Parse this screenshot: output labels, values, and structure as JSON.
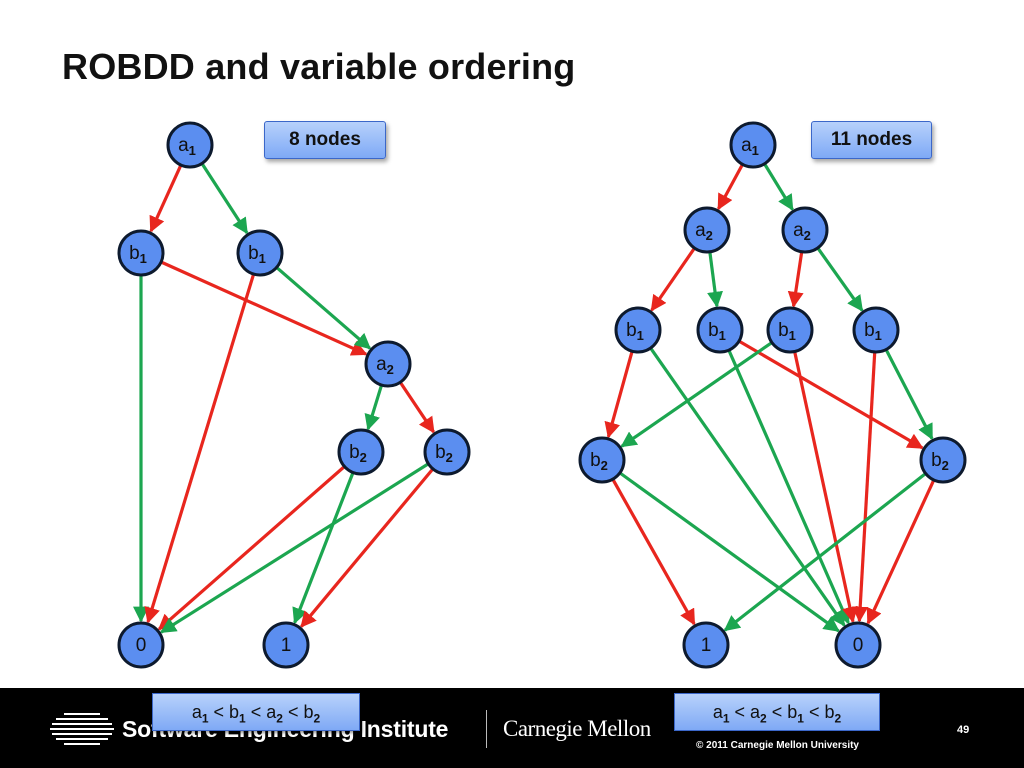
{
  "title": "ROBDD and variable ordering",
  "left_diagram": {
    "node_count_label": "8 nodes",
    "ordering": {
      "parts": [
        {
          "v": "a",
          "i": "1"
        },
        {
          "v": "b",
          "i": "1"
        },
        {
          "v": "a",
          "i": "2"
        },
        {
          "v": "b",
          "i": "2"
        }
      ],
      "separator": "<"
    },
    "nodes": [
      {
        "id": "a1",
        "var": "a",
        "idx": "1"
      },
      {
        "id": "b1L",
        "var": "b",
        "idx": "1"
      },
      {
        "id": "b1R",
        "var": "b",
        "idx": "1"
      },
      {
        "id": "a2",
        "var": "a",
        "idx": "2"
      },
      {
        "id": "b2L",
        "var": "b",
        "idx": "2"
      },
      {
        "id": "b2R",
        "var": "b",
        "idx": "2"
      },
      {
        "id": "t0",
        "var": "0",
        "idx": ""
      },
      {
        "id": "t1",
        "var": "1",
        "idx": ""
      }
    ],
    "edges": [
      {
        "from": "a1",
        "to": "b1L",
        "kind": "low"
      },
      {
        "from": "a1",
        "to": "b1R",
        "kind": "high"
      },
      {
        "from": "b1L",
        "to": "t0",
        "kind": "high"
      },
      {
        "from": "b1L",
        "to": "a2",
        "kind": "low"
      },
      {
        "from": "b1R",
        "to": "t0",
        "kind": "low"
      },
      {
        "from": "b1R",
        "to": "a2",
        "kind": "high"
      },
      {
        "from": "a2",
        "to": "b2L",
        "kind": "high"
      },
      {
        "from": "a2",
        "to": "b2R",
        "kind": "low"
      },
      {
        "from": "b2L",
        "to": "t0",
        "kind": "low"
      },
      {
        "from": "b2L",
        "to": "t1",
        "kind": "high"
      },
      {
        "from": "b2R",
        "to": "t0",
        "kind": "high"
      },
      {
        "from": "b2R",
        "to": "t1",
        "kind": "low"
      }
    ]
  },
  "right_diagram": {
    "node_count_label": "11 nodes",
    "ordering": {
      "parts": [
        {
          "v": "a",
          "i": "1"
        },
        {
          "v": "a",
          "i": "2"
        },
        {
          "v": "b",
          "i": "1"
        },
        {
          "v": "b",
          "i": "2"
        }
      ],
      "separator": "<"
    },
    "nodes": [
      {
        "id": "a1",
        "var": "a",
        "idx": "1"
      },
      {
        "id": "a2L",
        "var": "a",
        "idx": "2"
      },
      {
        "id": "a2R",
        "var": "a",
        "idx": "2"
      },
      {
        "id": "b1A",
        "var": "b",
        "idx": "1"
      },
      {
        "id": "b1B",
        "var": "b",
        "idx": "1"
      },
      {
        "id": "b1C",
        "var": "b",
        "idx": "1"
      },
      {
        "id": "b1D",
        "var": "b",
        "idx": "1"
      },
      {
        "id": "b2L",
        "var": "b",
        "idx": "2"
      },
      {
        "id": "b2R",
        "var": "b",
        "idx": "2"
      },
      {
        "id": "t1",
        "var": "1",
        "idx": ""
      },
      {
        "id": "t0",
        "var": "0",
        "idx": ""
      }
    ],
    "edges": [
      {
        "from": "a1",
        "to": "a2L",
        "kind": "low"
      },
      {
        "from": "a1",
        "to": "a2R",
        "kind": "high"
      },
      {
        "from": "a2L",
        "to": "b1A",
        "kind": "low"
      },
      {
        "from": "a2L",
        "to": "b1B",
        "kind": "high"
      },
      {
        "from": "a2R",
        "to": "b1C",
        "kind": "low"
      },
      {
        "from": "a2R",
        "to": "b1D",
        "kind": "high"
      },
      {
        "from": "b1A",
        "to": "b2L",
        "kind": "low"
      },
      {
        "from": "b1A",
        "to": "t0",
        "kind": "high"
      },
      {
        "from": "b1B",
        "to": "b2R",
        "kind": "low"
      },
      {
        "from": "b1B",
        "to": "t0",
        "kind": "high"
      },
      {
        "from": "b1C",
        "to": "b2L",
        "kind": "high"
      },
      {
        "from": "b1C",
        "to": "t0",
        "kind": "low"
      },
      {
        "from": "b1D",
        "to": "b2R",
        "kind": "high"
      },
      {
        "from": "b1D",
        "to": "t0",
        "kind": "low"
      },
      {
        "from": "b2L",
        "to": "t1",
        "kind": "low"
      },
      {
        "from": "b2L",
        "to": "t0",
        "kind": "high"
      },
      {
        "from": "b2R",
        "to": "t1",
        "kind": "high"
      },
      {
        "from": "b2R",
        "to": "t0",
        "kind": "low"
      }
    ]
  },
  "colors": {
    "node_fill": "#5b8ef0",
    "node_stroke": "#0d1a2e",
    "low_edge": "#e8261e",
    "high_edge": "#1ca650",
    "footer_bg": "#000000"
  },
  "footer": {
    "institute": "Software Engineering Institute",
    "university": "Carnegie Mellon",
    "copyright": "© 2011 Carnegie Mellon University",
    "page_number": "49"
  }
}
